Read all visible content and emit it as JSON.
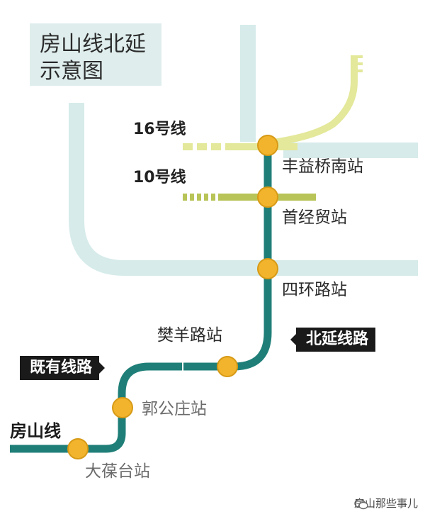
{
  "title_line1": "房山线北延",
  "title_line2": "示意图",
  "lines": {
    "line16": "16号线",
    "line10": "10号线"
  },
  "stations": {
    "fengyi": "丰益桥南站",
    "shoujingmao": "首经贸站",
    "sihuan": "四环路站",
    "fanyang": "樊羊路站",
    "guogongzhuang": "郭公庄站",
    "dabaotai": "大葆台站"
  },
  "tags": {
    "extension": "北延线路",
    "existing": "既有线路",
    "fangshan": "房山线"
  },
  "watermark": "房山那些事儿",
  "colors": {
    "roads": "#d6ebea",
    "fangshan_line": "#1f7f78",
    "line16": "#e3e89a",
    "line10": "#b8c457",
    "station": "#f2b42c"
  }
}
